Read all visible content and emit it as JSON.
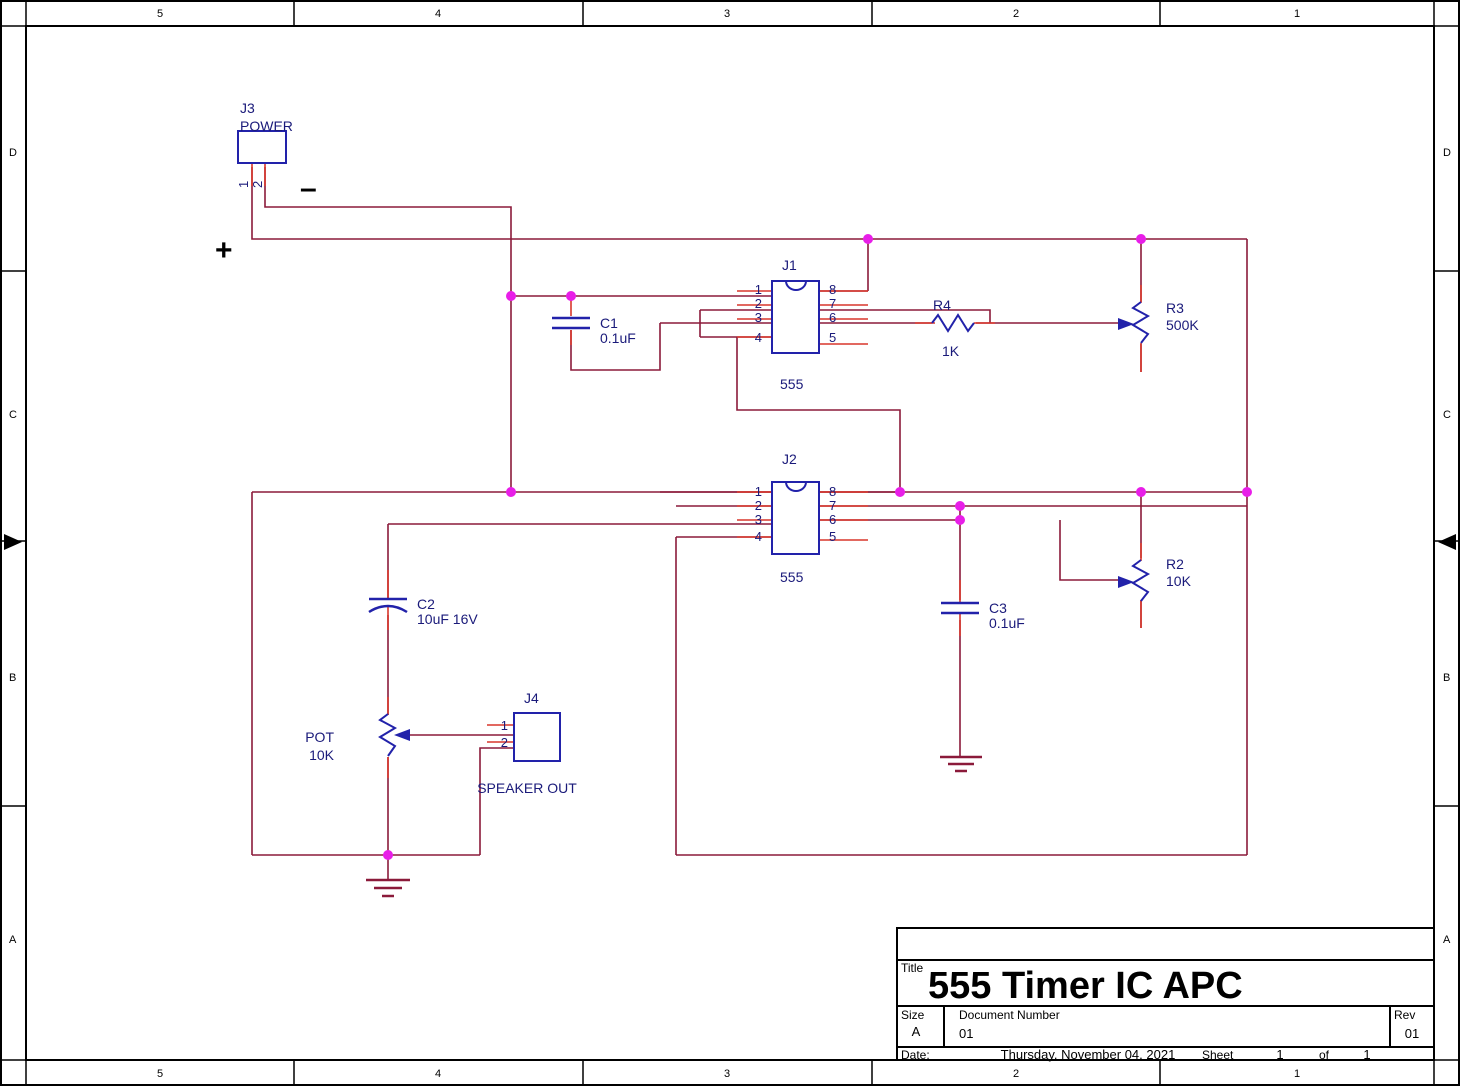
{
  "sheet": {
    "frame": {
      "columns": [
        "5",
        "4",
        "3",
        "2",
        "1"
      ],
      "rows": [
        "D",
        "C",
        "B",
        "A"
      ]
    },
    "title_block": {
      "title_label": "Title",
      "title": "555 Timer IC APC",
      "size_label": "Size",
      "size": "A",
      "docnum_label": "Document Number",
      "docnum": "01",
      "rev_label": "Rev",
      "rev": "01",
      "date_label": "Date:",
      "date": "Thursday, November 04, 2021",
      "sheet_label": "Sheet",
      "sheet_num": "1",
      "of_label": "of",
      "sheet_total": "1"
    }
  },
  "components": {
    "j3": {
      "ref": "J3",
      "value": "POWER",
      "pins": [
        "1",
        "2"
      ],
      "plus_marker": "+",
      "minus_marker": "–"
    },
    "j1": {
      "ref": "J1",
      "value": "555",
      "pins_left": [
        "1",
        "2",
        "3",
        "4"
      ],
      "pins_right": [
        "8",
        "7",
        "6",
        "5"
      ]
    },
    "j2": {
      "ref": "J2",
      "value": "555",
      "pins_left": [
        "1",
        "2",
        "3",
        "4"
      ],
      "pins_right": [
        "8",
        "7",
        "6",
        "5"
      ]
    },
    "j4": {
      "ref": "J4",
      "value": "SPEAKER OUT",
      "pins": [
        "1",
        "2"
      ]
    },
    "c1": {
      "ref": "C1",
      "value": "0.1uF"
    },
    "c2": {
      "ref": "C2",
      "value": "10uF 16V"
    },
    "c3": {
      "ref": "C3",
      "value": "0.1uF"
    },
    "r2": {
      "ref": "R2",
      "value": "10K"
    },
    "r3": {
      "ref": "R3",
      "value": "500K"
    },
    "r4": {
      "ref": "R4",
      "value": "1K"
    },
    "pot": {
      "ref": "POT",
      "value": "10K"
    }
  },
  "colors": {
    "wire": "#8b1a3a",
    "symbol": "#2222aa",
    "pin": "#d9372b",
    "junction": "#e81ee8",
    "frame": "#000000"
  }
}
